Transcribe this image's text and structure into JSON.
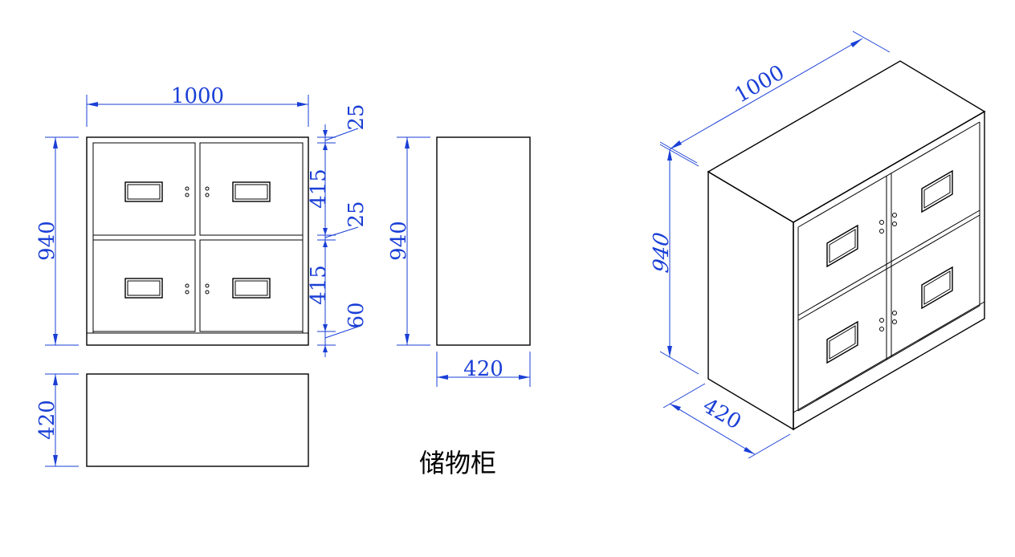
{
  "title": "储物柜",
  "colors": {
    "dimension": "#1a3fd6",
    "outline": "#000000"
  },
  "front_view": {
    "width": "1000",
    "height": "940",
    "segments": [
      "25",
      "415",
      "25",
      "415",
      "60"
    ]
  },
  "side_view": {
    "height": "940",
    "depth": "420"
  },
  "top_view": {
    "depth": "420"
  },
  "iso_view": {
    "width": "1000",
    "height": "940",
    "depth": "420"
  }
}
